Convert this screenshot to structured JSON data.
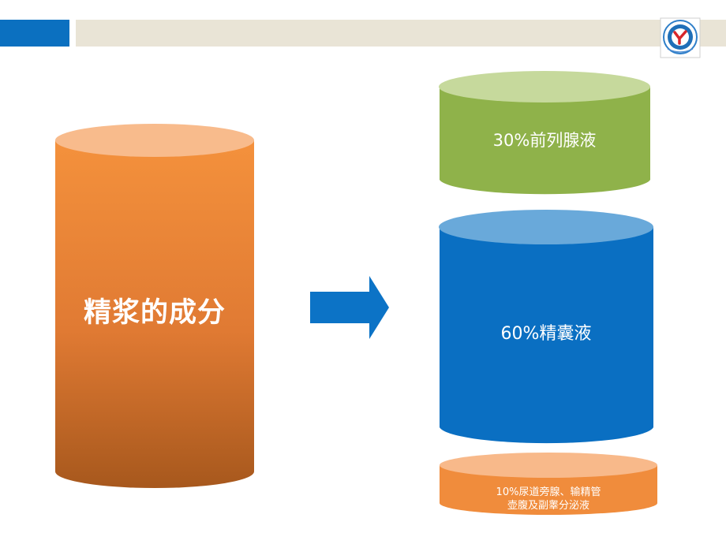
{
  "slide": {
    "main_label": "精浆的成分",
    "components": [
      {
        "percent": "30%",
        "name": "前列腺液",
        "label": "30%前列腺液",
        "color": "#8fb24a"
      },
      {
        "percent": "60%",
        "name": "精囊液",
        "label": "60%精囊液",
        "color": "#0a6fc2"
      },
      {
        "percent": "10%",
        "name": "尿道旁腺、输精管壶腹及副睾分泌液",
        "label_line1": "10%尿道旁腺、输精管",
        "label_line2": "壶腹及副睾分泌液",
        "color": "#f08c3c"
      }
    ]
  },
  "icons": [
    "logo-emblem-icon",
    "arrow-right-icon"
  ],
  "colors": {
    "header_blue": "#0b70c0",
    "header_beige": "#e9e4d6",
    "main_cylinder": "#e7803a",
    "arrow": "#0c73c6"
  }
}
